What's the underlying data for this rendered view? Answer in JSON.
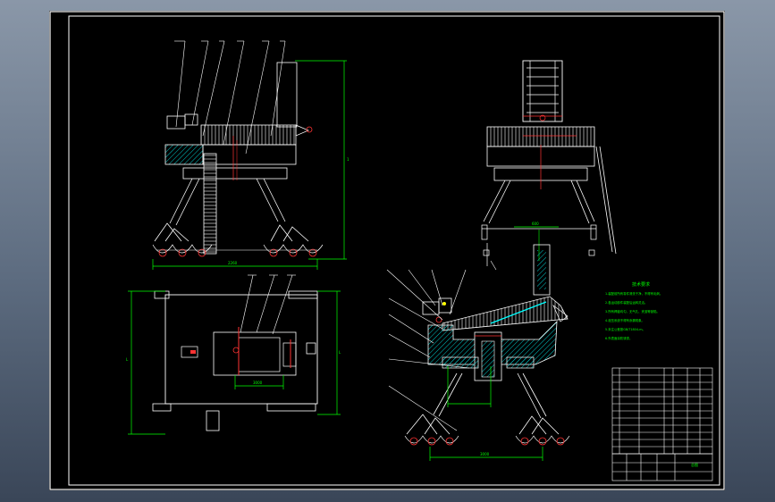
{
  "drawing": {
    "dimension_labels": {
      "front_height": "1",
      "front_width": "2260",
      "plan_width": "L",
      "plan_length": "L",
      "plan_inner": "3000",
      "section_base": "3000",
      "section_top": "600"
    },
    "tech_notes": {
      "title": "技术要求",
      "lines": [
        "1.装配前所有零件清洗干净，不得有毛刺。",
        "2.各运动部件装配后运转灵活。",
        "3.所有焊缝均匀，无气孔、夹渣等缺陷。",
        "4.液压系统不得有渗漏现象。",
        "5.未注公差按GB/T1804-m。",
        "6.外表面涂防锈漆。"
      ]
    },
    "title_block": {
      "drawing_name": "总图"
    }
  },
  "colors": {
    "sheet": "#000000",
    "line_white": "#ffffff",
    "line_green": "#00ff00",
    "line_red": "#ff2020",
    "hatch_cyan": "#00c8c8",
    "line_yellow": "#ffff00"
  }
}
